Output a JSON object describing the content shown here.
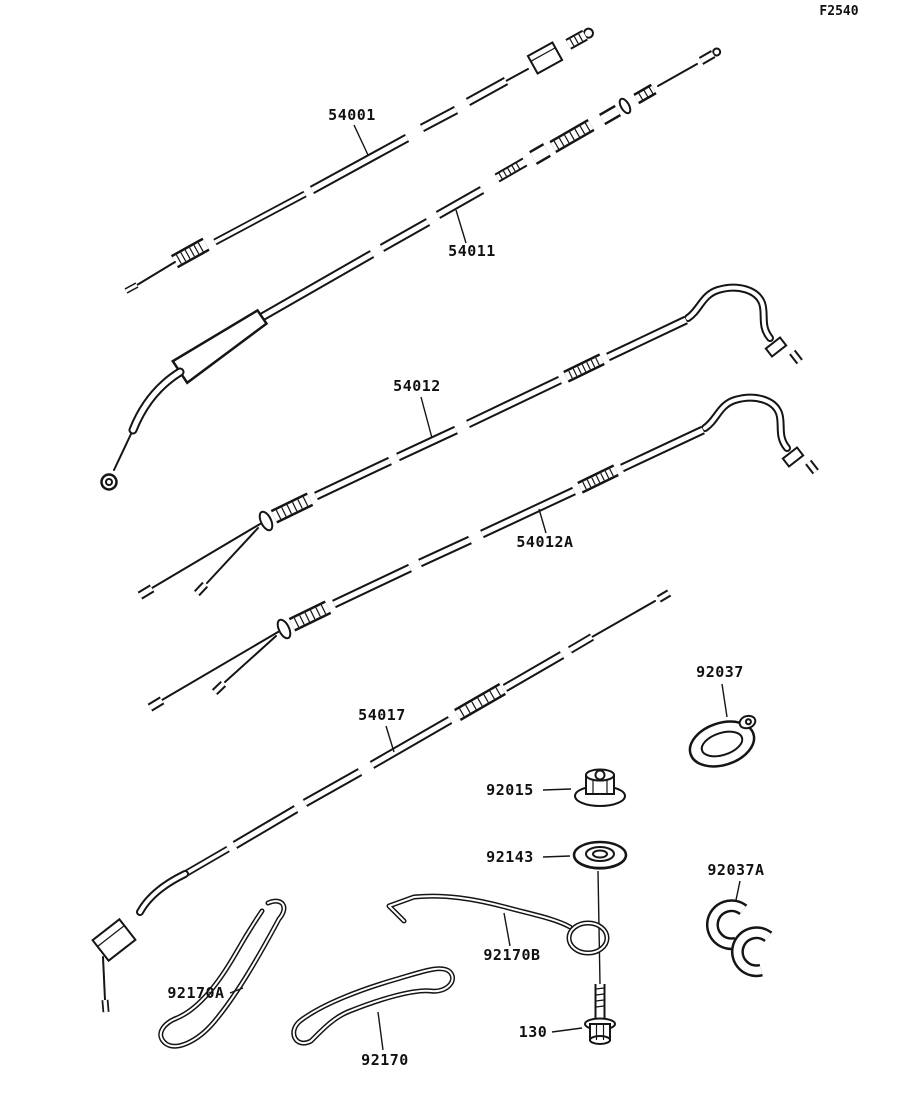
{
  "figure_code": "F2540",
  "colors": {
    "background": "#ffffff",
    "line": "#151515"
  },
  "part_labels": {
    "54001": "54001",
    "54011": "54011",
    "54012": "54012",
    "54012a": "54012A",
    "54017": "54017",
    "92037": "92037",
    "92015": "92015",
    "92143": "92143",
    "92037a": "92037A",
    "92170b": "92170B",
    "92170a": "92170A",
    "92170": "92170",
    "130": "130"
  }
}
